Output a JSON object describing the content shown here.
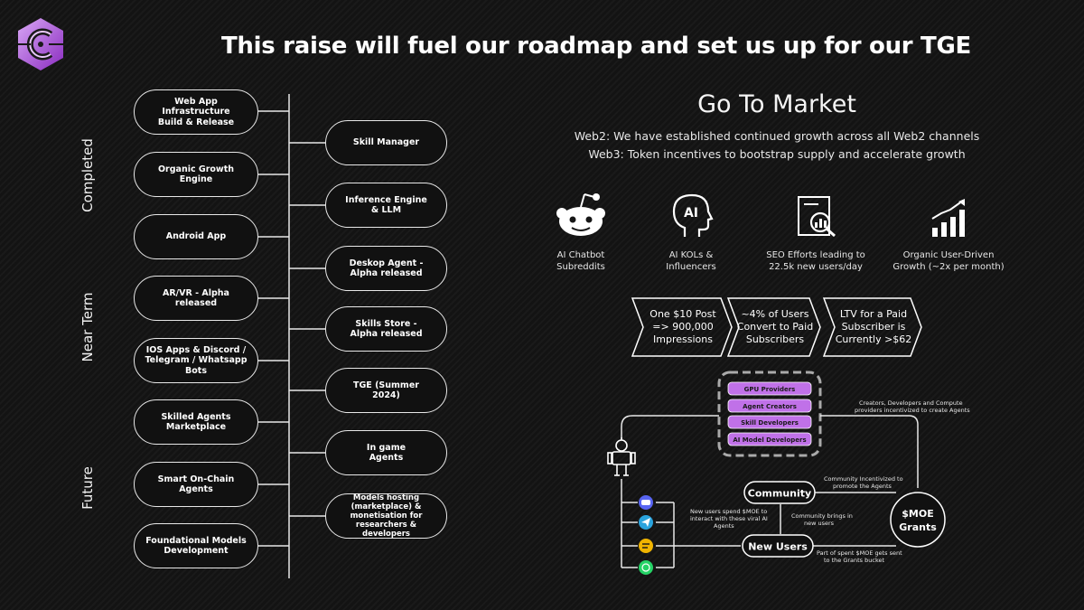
{
  "header": {
    "title": "This raise will fuel our roadmap and set us up for our TGE"
  },
  "colors": {
    "accent": "#a94bd6",
    "pill_purple": "#c071e8",
    "background": "#161616",
    "line": "#e8e8e8"
  },
  "roadmap": {
    "phases": [
      "Completed",
      "Near Term",
      "Future"
    ],
    "left_items": [
      "Web App Infrastructure\nBuild & Release",
      "Organic Growth\nEngine",
      "Android App",
      "AR/VR - Alpha\nreleased",
      "IOS Apps & Discord /\nTelegram / Whatsapp Bots",
      "Skilled Agents\nMarketplace",
      "Smart On-Chain\nAgents",
      "Foundational Models\nDevelopment"
    ],
    "right_items": [
      "Skill Manager",
      "Inference Engine\n& LLM",
      "Deskop Agent -\nAlpha released",
      "Skills Store -\nAlpha released",
      "TGE (Summer\n2024)",
      "In game\nAgents",
      "Models hosting (marketplace) &\nmonetisation for researchers &\ndevelopers"
    ]
  },
  "go_to_market": {
    "title": "Go To Market",
    "web2": "Web2: We have established continued growth across all Web2 channels",
    "web3": "Web3: Token incentives to bootstrap supply and accelerate growth",
    "channels": [
      {
        "icon": "reddit-icon",
        "label": "AI Chatbot\nSubreddits"
      },
      {
        "icon": "ai-head-icon",
        "label": "AI KOLs &\nInfluencers"
      },
      {
        "icon": "seo-chart-icon",
        "label": "SEO Efforts leading to\n22.5k new users/day"
      },
      {
        "icon": "growth-bars-icon",
        "label": "Organic User-Driven\nGrowth (~2x per month)"
      }
    ],
    "funnel": [
      [
        "One $10 Post",
        "=> 900,000",
        "Impressions"
      ],
      [
        "~4% of Users",
        "Convert to Paid",
        "Subscribers"
      ],
      [
        "LTV for a Paid",
        "Subscriber is",
        "Currently >$62"
      ]
    ]
  },
  "ecosystem": {
    "providers": [
      "GPU Providers",
      "Agent Creators",
      "Skill Developers",
      "AI Model Developers"
    ],
    "providers_note": [
      "Creators, Developers and Compute",
      "providers incentivized to create Agents"
    ],
    "community": "Community",
    "new_users": "New Users",
    "grants": [
      "$MOE",
      "Grants"
    ],
    "community_note": [
      "Community Incentivized to",
      "promote the Agents"
    ],
    "brings_note": [
      "Community brings in",
      "new users"
    ],
    "spend_note": [
      "New users spend $MOE to",
      "interact with these viral AI",
      "Agents"
    ],
    "grants_note": [
      "Part of spent $MOE gets sent",
      "to the Grants bucket"
    ],
    "social_icons": [
      "discord-icon",
      "telegram-icon",
      "messenger-icon",
      "whatsapp-icon"
    ]
  }
}
